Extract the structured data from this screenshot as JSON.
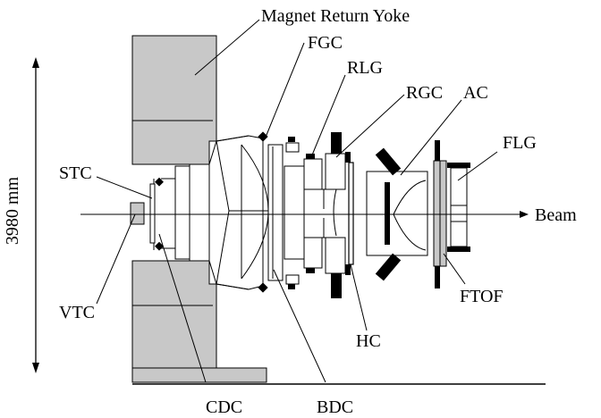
{
  "labels": {
    "magnet_return_yoke": "Magnet Return Yoke",
    "fgc": "FGC",
    "rlg": "RLG",
    "rgc": "RGC",
    "ac": "AC",
    "flg": "FLG",
    "stc": "STC",
    "beam": "Beam",
    "vtc": "VTC",
    "ftof": "FTOF",
    "hc": "HC",
    "cdc": "CDC",
    "bdc": "BDC"
  },
  "dimension": {
    "height_label": "3980 mm"
  },
  "colors": {
    "yoke_fill": "#c8c8c8",
    "line": "#000000",
    "dark": "#000000",
    "background": "#ffffff"
  }
}
